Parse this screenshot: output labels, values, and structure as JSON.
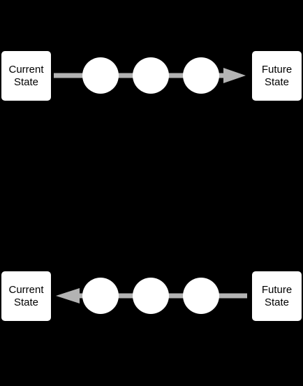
{
  "colors": {
    "background": "#000000",
    "box_fill": "#ffffff",
    "node_fill": "#ffffff",
    "connector": "#b3b3b3",
    "text": "#000000"
  },
  "rows": [
    {
      "left_box": {
        "line1": "Current",
        "line2": "State"
      },
      "right_box": {
        "line1": "Future",
        "line2": "State"
      },
      "arrow_direction": "right",
      "node_count": 3
    },
    {
      "left_box": {
        "line1": "Current",
        "line2": "State"
      },
      "right_box": {
        "line1": "Future",
        "line2": "State"
      },
      "arrow_direction": "left",
      "node_count": 3
    }
  ]
}
